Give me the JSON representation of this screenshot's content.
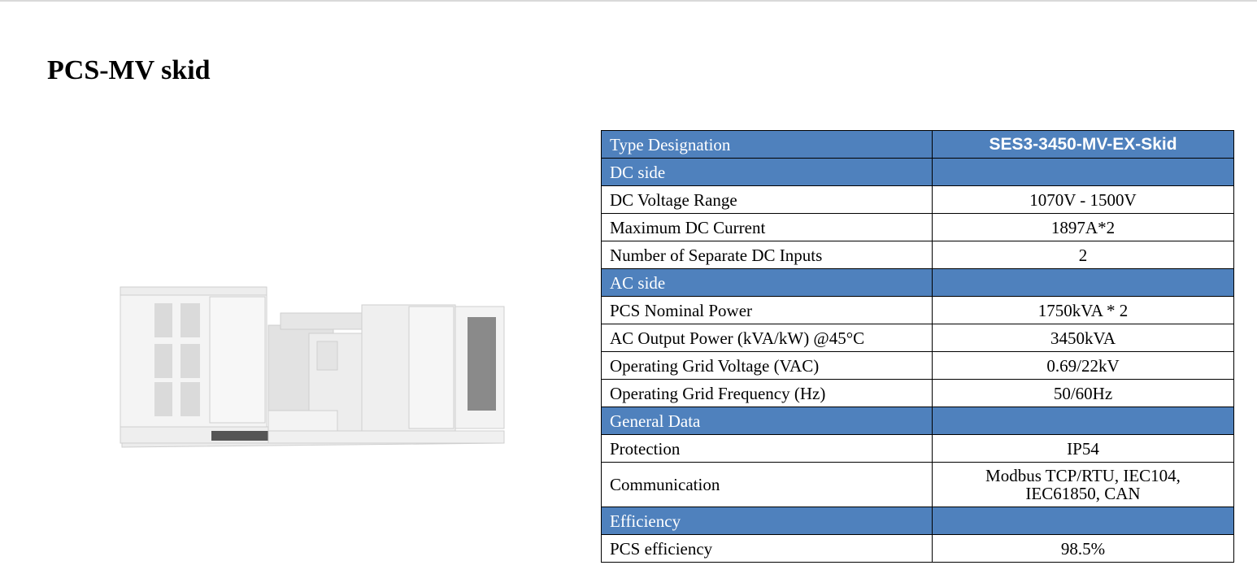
{
  "title": "PCS-MV skid",
  "table": {
    "header": {
      "label": "Type Designation",
      "value": "SES3-3450-MV-EX-Skid"
    },
    "sections": [
      {
        "name": "DC side",
        "rows": [
          {
            "label": "DC Voltage Range",
            "value": "1070V - 1500V"
          },
          {
            "label": "Maximum DC Current",
            "value": "1897A*2"
          },
          {
            "label": "Number of Separate DC Inputs",
            "value": "2"
          }
        ]
      },
      {
        "name": "AC side",
        "rows": [
          {
            "label": "PCS Nominal Power",
            "value": "1750kVA * 2"
          },
          {
            "label": "AC Output Power (kVA/kW) @45°C",
            "value": "3450kVA"
          },
          {
            "label": "Operating Grid Voltage (VAC)",
            "value": "0.69/22kV"
          },
          {
            "label": "Operating Grid Frequency (Hz)",
            "value": "50/60Hz"
          }
        ]
      },
      {
        "name": "General Data",
        "rows": [
          {
            "label": "Protection",
            "value": "IP54"
          },
          {
            "label": "Communication",
            "value": "Modbus TCP/RTU, IEC104, IEC61850, CAN"
          }
        ]
      },
      {
        "name": "Efficiency",
        "rows": [
          {
            "label": "PCS efficiency",
            "value": "98.5%"
          }
        ]
      }
    ]
  },
  "colors": {
    "section_bg": "#4f81bd",
    "section_text": "#ffffff"
  }
}
